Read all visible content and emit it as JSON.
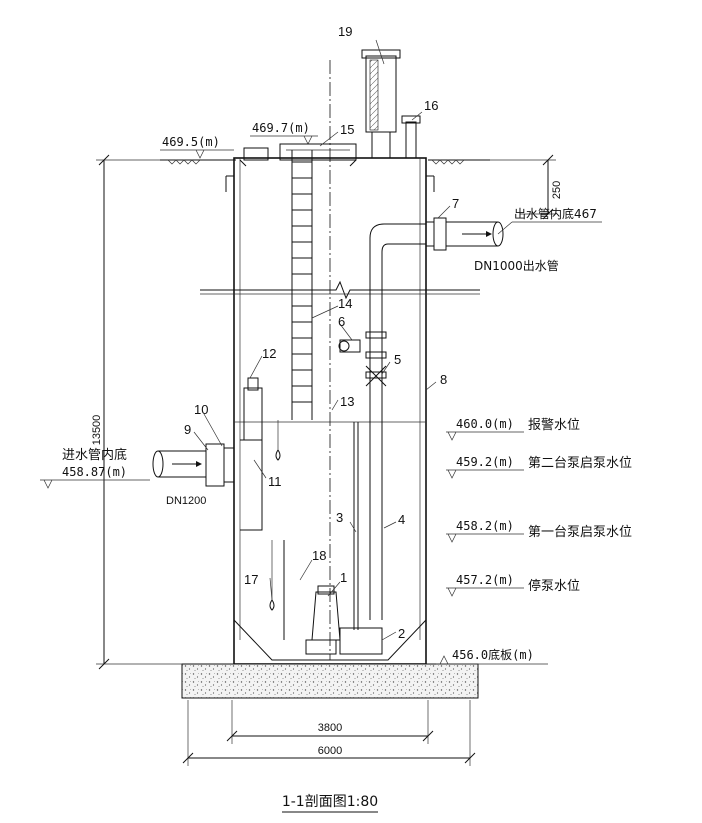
{
  "elevations": {
    "ground": "469.5(m)",
    "top_slab": "469.7(m)",
    "alarm": "460.0(m)",
    "second_pump_start": "459.2(m)",
    "first_pump_start": "458.2(m)",
    "pump_stop": "457.2(m)",
    "base": "456.0底板(m)",
    "inlet_invert": "458.87(m)"
  },
  "water_levels": {
    "alarm": "报警水位",
    "second_pump_start": "第二台泵启泵水位",
    "first_pump_start": "第一台泵启泵水位",
    "pump_stop": "停泵水位"
  },
  "pipes": {
    "outlet_label": "出水管内底467",
    "outlet_dn": "DN1000出水管",
    "inlet_label": "进水管内底",
    "inlet_dn": "DN1200"
  },
  "dimensions": {
    "height": "13500",
    "top_offset": "250",
    "inner_width": "3800",
    "outer_width": "6000"
  },
  "callouts": {
    "c1": "1",
    "c2": "2",
    "c3": "3",
    "c4": "4",
    "c5": "5",
    "c6": "6",
    "c7": "7",
    "c8": "8",
    "c9": "9",
    "c10": "10",
    "c11": "11",
    "c12": "12",
    "c13": "13",
    "c14": "14",
    "c15": "15",
    "c16": "16",
    "c17": "17",
    "c18": "18",
    "c19": "19"
  },
  "title": "1-1剖面图1:80"
}
